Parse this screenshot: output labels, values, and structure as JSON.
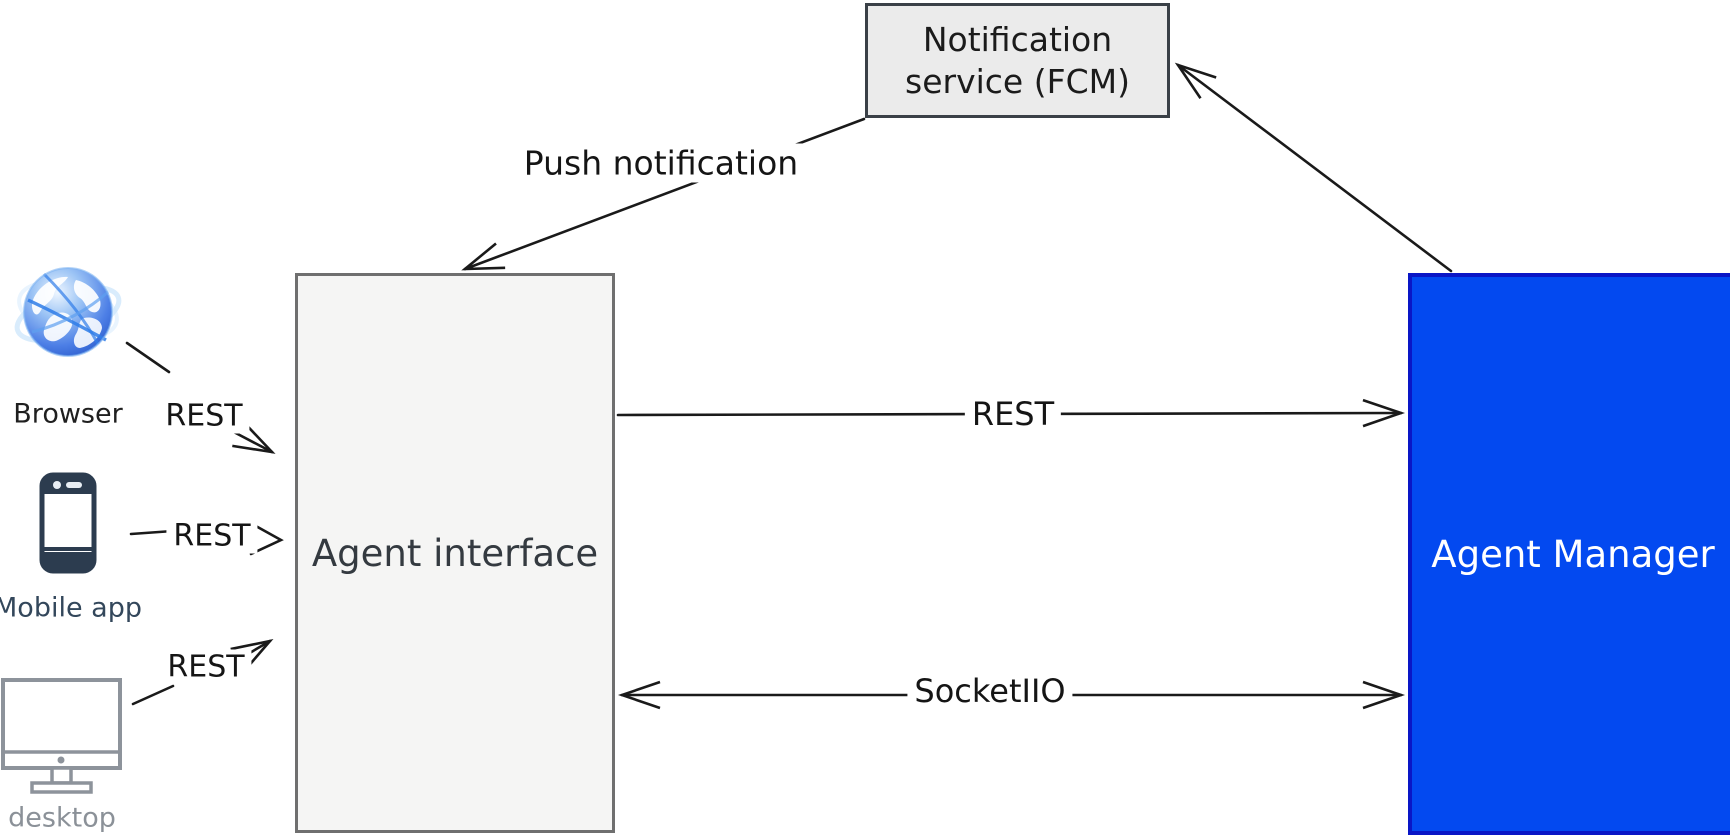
{
  "nodes": {
    "notification_service": {
      "line1": "Notification",
      "line2": "service (FCM)"
    },
    "agent_interface": {
      "label": "Agent interface"
    },
    "agent_manager": {
      "label": "Agent Manager"
    }
  },
  "edges": {
    "push_notification": {
      "label": "Push notification"
    },
    "rest_main": {
      "label": "REST"
    },
    "socket": {
      "label": "SocketIIO"
    },
    "browser_rest": {
      "label": "REST"
    },
    "mobile_rest": {
      "label": "REST"
    },
    "desktop_rest": {
      "label": "REST"
    }
  },
  "clients": [
    {
      "id": "browser",
      "label": "Browser",
      "icon": "globe-browser-icon"
    },
    {
      "id": "mobile",
      "label": "Mobile app",
      "icon": "smartphone-icon"
    },
    {
      "id": "desktop",
      "label": "desktop",
      "icon": "desktop-monitor-icon"
    }
  ],
  "colors": {
    "agent_manager_fill": "#0349f0",
    "agent_manager_border": "#0a16c6",
    "notification_fill": "#ebebeb",
    "notification_border": "#3a4047",
    "interface_fill": "#f5f5f4",
    "interface_border": "#6f6f6f",
    "arrow": "#1a1a1a",
    "phone_icon": "#2c3c4f",
    "monitor_icon": "#8d939b"
  }
}
